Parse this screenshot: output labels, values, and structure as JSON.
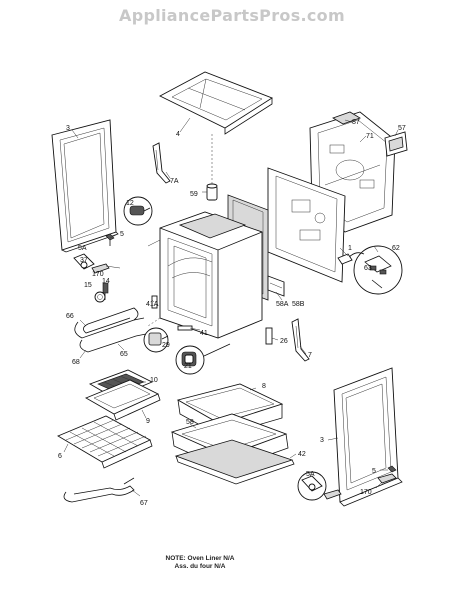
{
  "watermark": "AppliancePartsPros.com",
  "note": {
    "line1": "NOTE: Oven Liner N/A",
    "line2": "Ass. du four N/A"
  },
  "labels": {
    "p3a": "3",
    "p4": "4",
    "p7a": "7A",
    "p59": "59",
    "p87": "87",
    "p71": "71",
    "p57": "57",
    "p12": "12",
    "p5a": "5",
    "p5aa": "5A",
    "p37": "37",
    "p170a": "170",
    "p14": "14",
    "p15": "15",
    "p1": "1",
    "p62": "62",
    "p63": "63",
    "p41a": "41A",
    "p58a": "58A",
    "p58b": "58B",
    "p41": "41",
    "p66": "66",
    "p65": "65",
    "p68": "68",
    "p29": "29",
    "p21": "21",
    "p26": "26",
    "p7": "7",
    "p10": "10",
    "p8": "8",
    "p9": "9",
    "p6": "6",
    "p58": "58",
    "p42": "42",
    "p3b": "3",
    "p5ab": "5A",
    "p5b": "5",
    "p170b": "170",
    "p67": "67"
  }
}
